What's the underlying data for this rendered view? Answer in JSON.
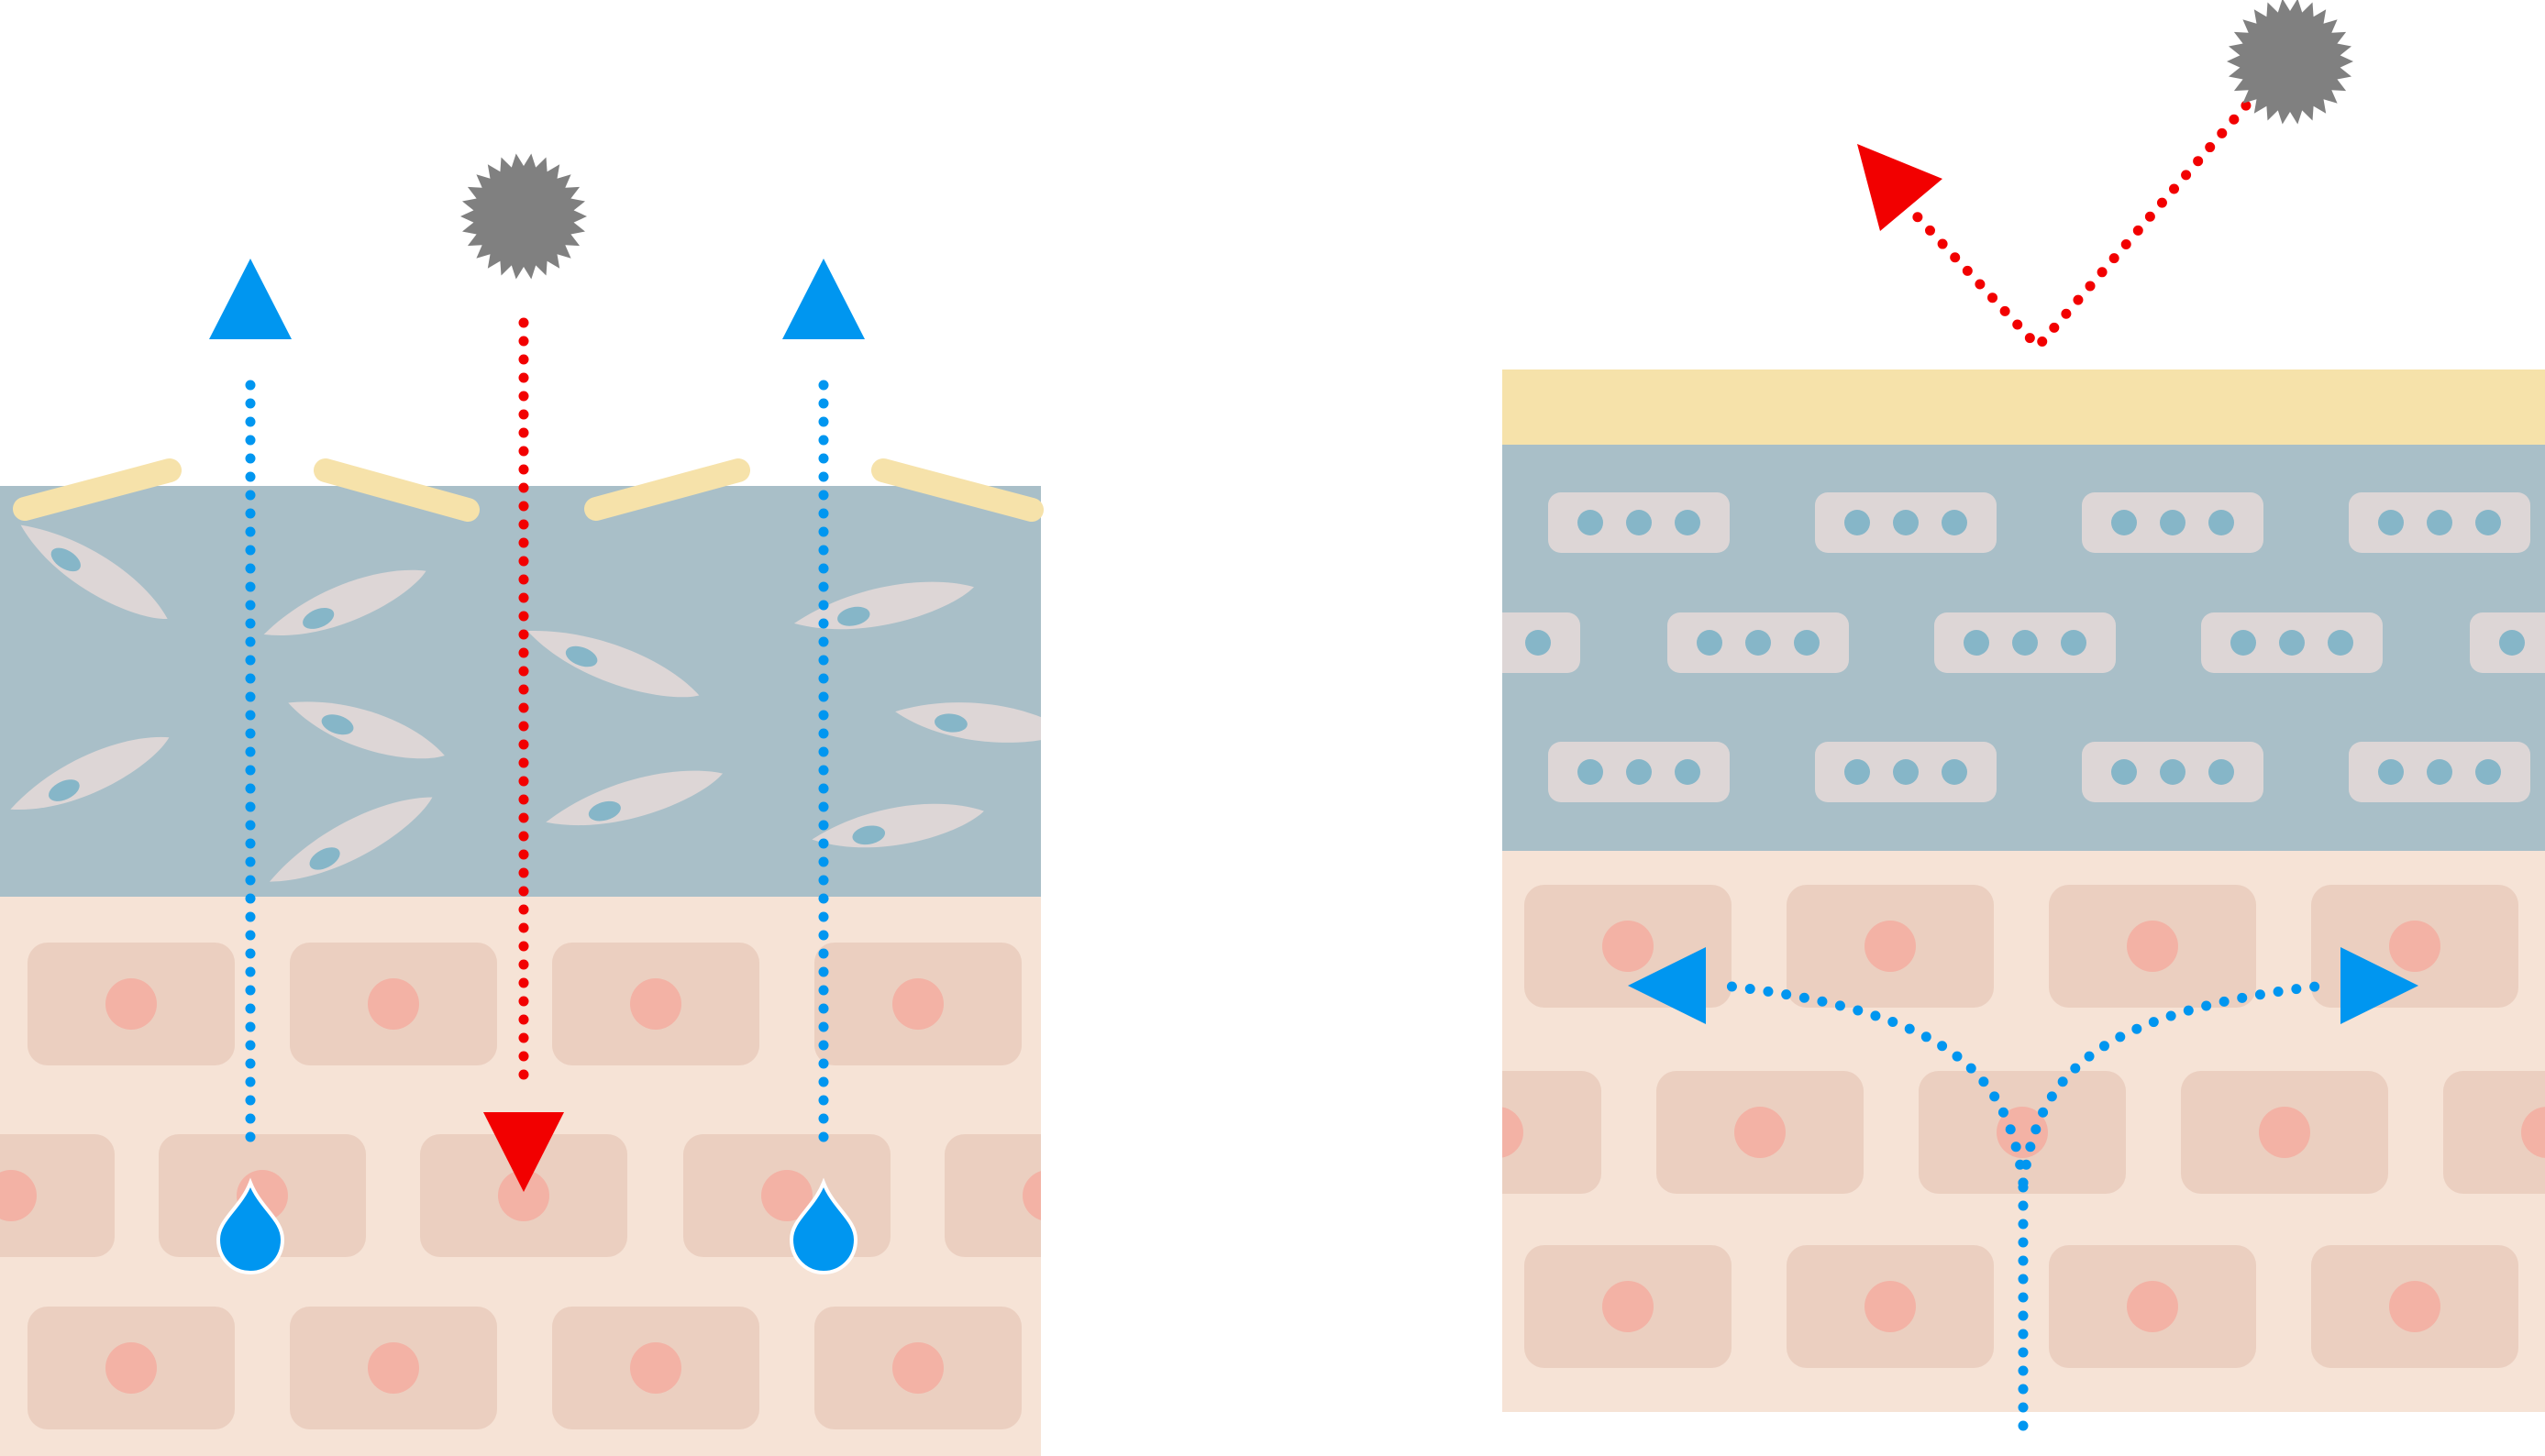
{
  "colors": {
    "background": "#ffffff",
    "base_layer": "#f6e3d6",
    "base_cell": "#ebcfc0",
    "base_nucleus": "#f3b2a5",
    "mid_layer": "#a9bfc8",
    "mid_cell": "#ddd6d6",
    "mid_nucleus": "#86b6c8",
    "top_layer": "#f6e2aa",
    "water": "#0096f0",
    "irritant_path": "#f20000",
    "irritant": "#808080"
  },
  "icons": {
    "left_water_droplet": "water-droplet-icon",
    "left_irritant": "irritant-particle-icon",
    "right_irritant": "irritant-particle-icon",
    "up_arrow": "arrow-up-icon",
    "down_arrow": "arrow-down-icon"
  },
  "panels": {
    "left": {
      "state": "damaged barrier",
      "water_paths": 2,
      "irritant_paths": 1
    },
    "right": {
      "state": "intact barrier",
      "water_paths": 2,
      "irritant_paths": 1
    }
  }
}
